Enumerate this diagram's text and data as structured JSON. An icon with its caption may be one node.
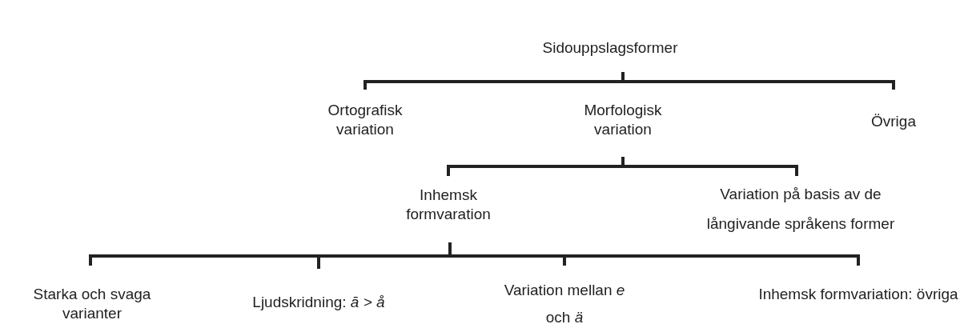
{
  "diagram": {
    "nodes": [
      {
        "text": [
          "Sidouppslagsformer"
        ]
      },
      {
        "text": [
          "Ortografisk variation"
        ]
      },
      {
        "text": [
          "Morfologisk variation"
        ]
      },
      {
        "text": [
          "Övriga"
        ]
      },
      {
        "text": [
          "Inhemsk formvaration"
        ]
      },
      {
        "text": [
          "Variation på basis av de långivande språkens former"
        ]
      },
      {
        "text": [
          "Starka och svaga varianter"
        ]
      },
      {
        "text": [
          "Ljudskridning: *ā > å*"
        ]
      },
      {
        "text": [
          "Variation mellan *e* och *ä*"
        ]
      },
      {
        "text": [
          "Inhemsk formvariation: övriga"
        ]
      }
    ],
    "edges": [
      {
        "from": 0,
        "to": 1,
        "arrow": "none"
      },
      {
        "from": 0,
        "to": 2,
        "arrow": "none"
      },
      {
        "from": 0,
        "to": 3,
        "arrow": "none"
      },
      {
        "from": 2,
        "to": 4,
        "arrow": "none"
      },
      {
        "from": 2,
        "to": 5,
        "arrow": "none"
      },
      {
        "from": 4,
        "to": 6,
        "arrow": "none"
      },
      {
        "from": 4,
        "to": 7,
        "arrow": "none"
      },
      {
        "from": 4,
        "to": 8,
        "arrow": "none"
      },
      {
        "from": 4,
        "to": 9,
        "arrow": "none"
      }
    ]
  }
}
